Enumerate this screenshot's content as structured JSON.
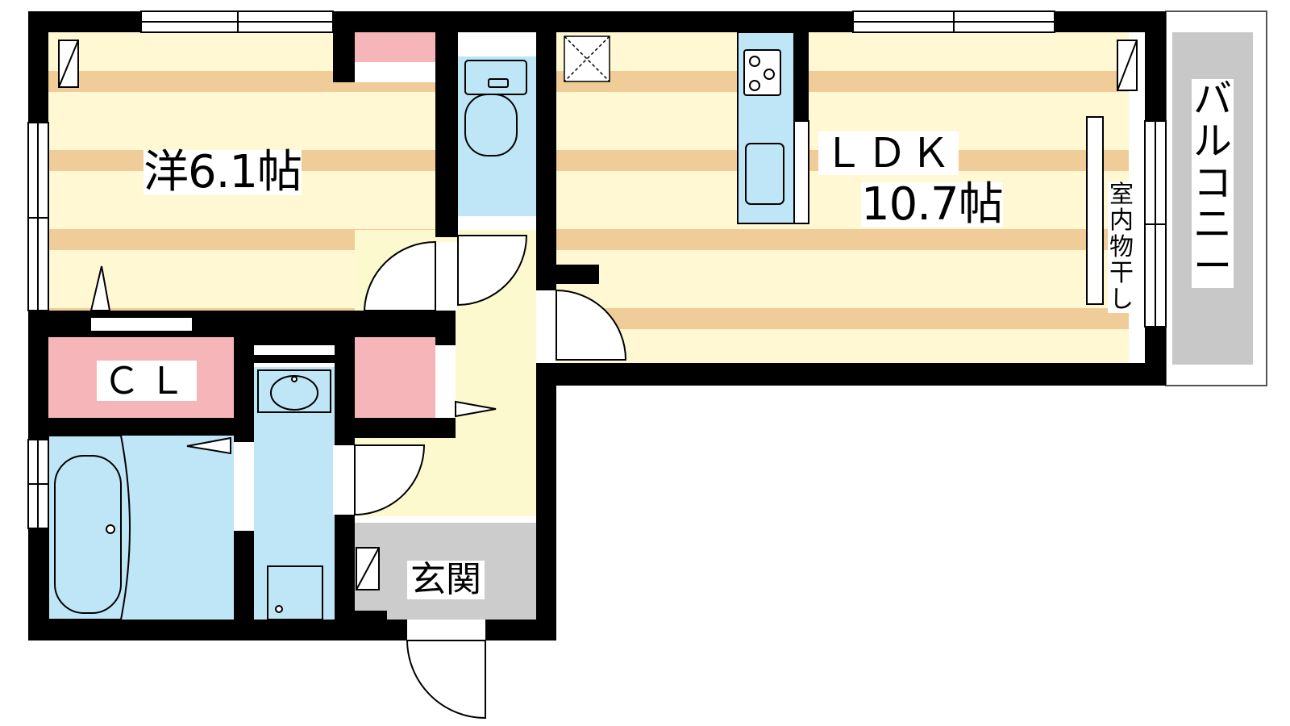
{
  "rooms": {
    "western": {
      "name": "洋6.1帖"
    },
    "ldk": {
      "name": "ＬＤＫ",
      "size": "10.7帖"
    },
    "closet": {
      "name": "ＣＬ"
    },
    "entrance": {
      "name": "玄関"
    },
    "balcony": {
      "name": "バルコニー"
    },
    "indoor_drying": {
      "name": "室内物干し"
    }
  },
  "colors": {
    "wall": "#000000",
    "floor_stripe_light": "#fff8d2",
    "floor_stripe_dark": "#f0cc98",
    "storage": "#f6b5b8",
    "wet_area": "#bfe6f7",
    "hallway": "#fdf9cf",
    "entrance_floor": "#cccccc",
    "balcony": "#c8c8c8"
  },
  "icons": [
    "toilet-icon",
    "stove-icon",
    "sink-icon",
    "bathtub-icon",
    "washbasin-icon",
    "washing-machine-pan-icon",
    "ventilation-fan-icon",
    "hinged-door-icon",
    "sliding-window-icon"
  ]
}
